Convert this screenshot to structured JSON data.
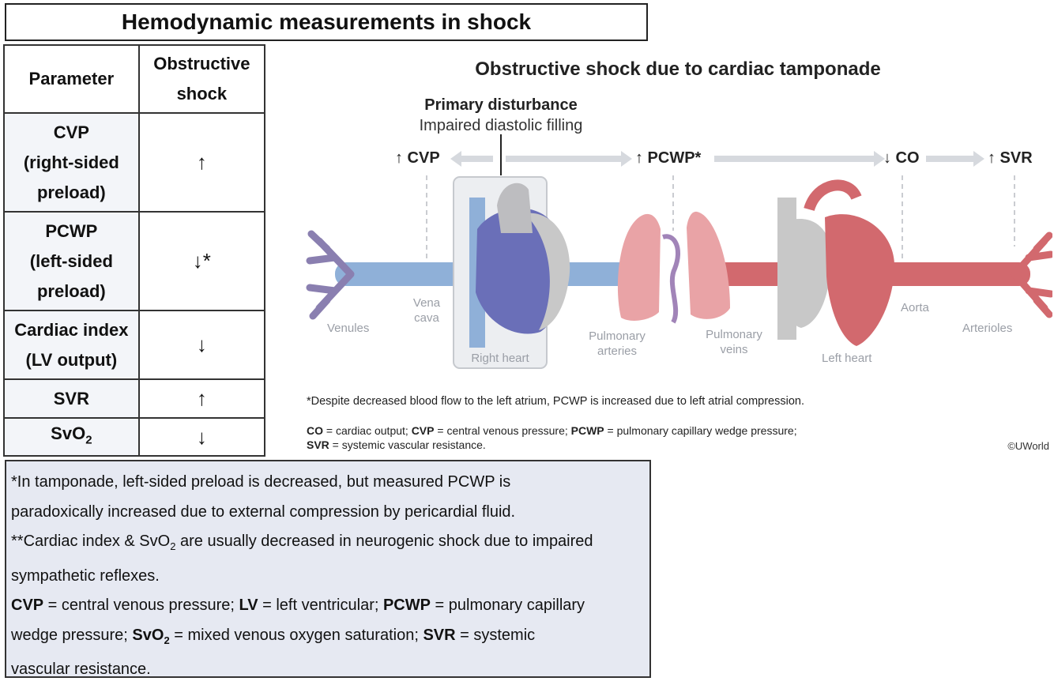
{
  "title": "Hemodynamic measurements in shock",
  "table": {
    "headers": [
      "Parameter",
      "Obstructive shock"
    ],
    "rows": [
      {
        "param": "CVP (right-sided preload)",
        "value": "↑"
      },
      {
        "param": "PCWP (left-sided preload)",
        "value": "↓*"
      },
      {
        "param": "Cardiac index (LV output)",
        "value": "↓"
      },
      {
        "param": "SVR",
        "value": "↑"
      },
      {
        "param": "SvO2",
        "value": "↓"
      }
    ]
  },
  "notes": {
    "n1a": "*In tamponade, left-sided preload is decreased, but measured PCWP is",
    "n1b": "paradoxically increased due to external compression by pericardial fluid.",
    "n2a": "**Cardiac index & SvO",
    "n2b": " are usually decreased in neurogenic shock due to impaired",
    "n2c": "sympathetic reflexes.",
    "abbr1": "CVP = central venous pressure; LV = left ventricular; PCWP = pulmonary capillary",
    "abbr2": "wedge pressure; SvO2 = mixed venous oxygen saturation; SVR = systemic",
    "abbr3": "vascular resistance."
  },
  "figure": {
    "title": "Obstructive shock due to cardiac tamponade",
    "primary_heading": "Primary disturbance",
    "primary_sub": "Impaired diastolic filling",
    "measures": [
      "↑ CVP",
      "↑ PCWP*",
      "↓ CO",
      "↑ SVR"
    ],
    "anatomy": {
      "venules": "Venules",
      "vena_cava": "Vena cava",
      "right_heart": "Right heart",
      "pulmonary_arteries": "Pulmonary arteries",
      "pulmonary_veins": "Pulmonary veins",
      "left_heart": "Left heart",
      "aorta": "Aorta",
      "arterioles": "Arterioles"
    },
    "footnote": "*Despite decreased blood flow to the left atrium, PCWP is increased due to left atrial compression.",
    "abbr_line1": "CO = cardiac output; CVP = central venous pressure; PCWP = pulmonary capillary wedge pressure;",
    "abbr_line2": "SVR = systemic vascular resistance.",
    "copyright": "©UWorld"
  },
  "colors": {
    "vein_blue": "#8fb0d8",
    "vein_purple": "#8a7fb0",
    "artery_red": "#d2696e",
    "lung_pink": "#e9a3a6",
    "heart_gray": "#c8c8c8",
    "notes_bg": "#e6e9f2",
    "arrow_gray": "#d6d9de"
  }
}
